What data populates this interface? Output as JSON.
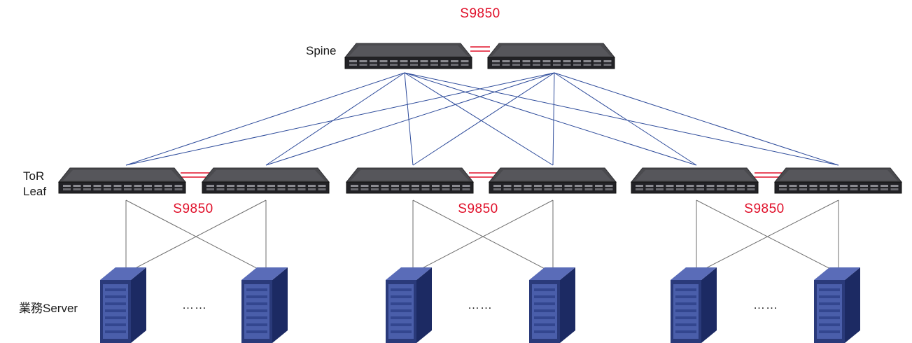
{
  "labels": {
    "spine_model": "S9850",
    "spine": "Spine",
    "tor_line1": "ToR",
    "tor_line2": "Leaf",
    "leaf_model_1": "S9850",
    "leaf_model_2": "S9850",
    "leaf_model_3": "S9850",
    "server": "業務Server",
    "ellipsis_1": "……",
    "ellipsis_2": "……",
    "ellipsis_3": "……"
  },
  "colors": {
    "switch_top": "#4a4a4e",
    "switch_front": "#222226",
    "uplink": "#2c4a9a",
    "stack_link": "#e0102a",
    "server_link": "#6e6e6e",
    "server_body": "#2a3a7a",
    "server_front": "#4a5eaa",
    "model_text": "#e0102a"
  },
  "icons": {
    "switch": "network-switch-icon",
    "server": "tower-server-icon"
  }
}
